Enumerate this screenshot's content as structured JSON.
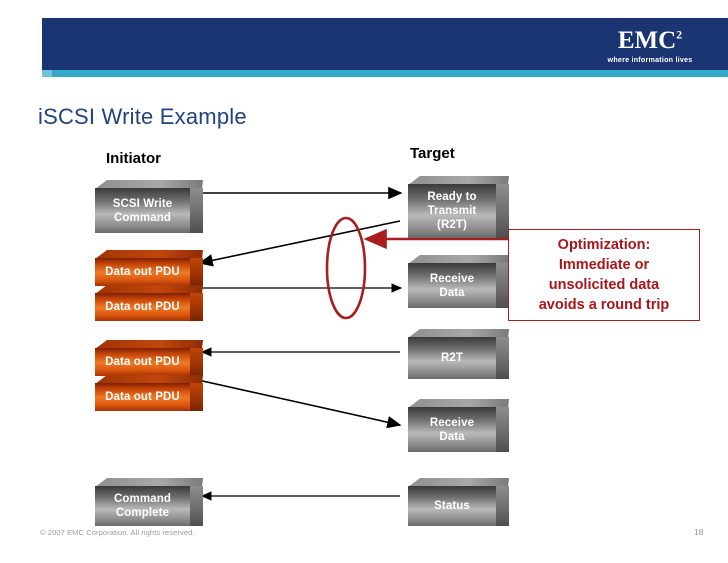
{
  "header": {
    "logo": {
      "name": "EMC",
      "superscript": "2",
      "tagline": "where information lives"
    },
    "band_color": "#1b3572",
    "accent_color": "#35a7c8"
  },
  "slide": {
    "title": "iSCSI Write Example",
    "title_color": "#21437f",
    "column_labels": {
      "initiator": "Initiator",
      "target": "Target"
    }
  },
  "initiator_boxes": [
    {
      "id": "scsi-write-command",
      "line1": "SCSI Write",
      "line2": "Command",
      "color": "gray"
    },
    {
      "id": "data-out-pdu-1",
      "line1": "Data out PDU",
      "line2": "",
      "color": "orange"
    },
    {
      "id": "data-out-pdu-2",
      "line1": "Data out PDU",
      "line2": "",
      "color": "orange"
    },
    {
      "id": "data-out-pdu-3",
      "line1": "Data out PDU",
      "line2": "",
      "color": "orange"
    },
    {
      "id": "data-out-pdu-4",
      "line1": "Data out PDU",
      "line2": "",
      "color": "orange"
    },
    {
      "id": "command-complete",
      "line1": "Command",
      "line2": "Complete",
      "color": "gray"
    }
  ],
  "target_boxes": [
    {
      "id": "ready-to-transmit",
      "line1": "Ready to",
      "line2": "Transmit",
      "line3": "(R2T)",
      "color": "gray"
    },
    {
      "id": "receive-data-1",
      "line1": "Receive",
      "line2": "Data",
      "color": "gray"
    },
    {
      "id": "r2t",
      "line1": "R2T",
      "line2": "",
      "color": "gray"
    },
    {
      "id": "receive-data-2",
      "line1": "Receive",
      "line2": "Data",
      "color": "gray"
    },
    {
      "id": "status",
      "line1": "Status",
      "line2": "",
      "color": "gray"
    }
  ],
  "callout": {
    "line1": "Optimization:",
    "line2": "Immediate or",
    "line3": "unsolicited data",
    "line4": "avoids a round trip",
    "text_color": "#a8151a",
    "border_color": "#a81e1e"
  },
  "annotation": {
    "ellipse_color": "#a81e1e",
    "pointer_description": "red-arrow-to-ellipse"
  },
  "footer": {
    "copyright": "© 2007 EMC Corporation. All rights reserved.",
    "page_number": "18"
  }
}
